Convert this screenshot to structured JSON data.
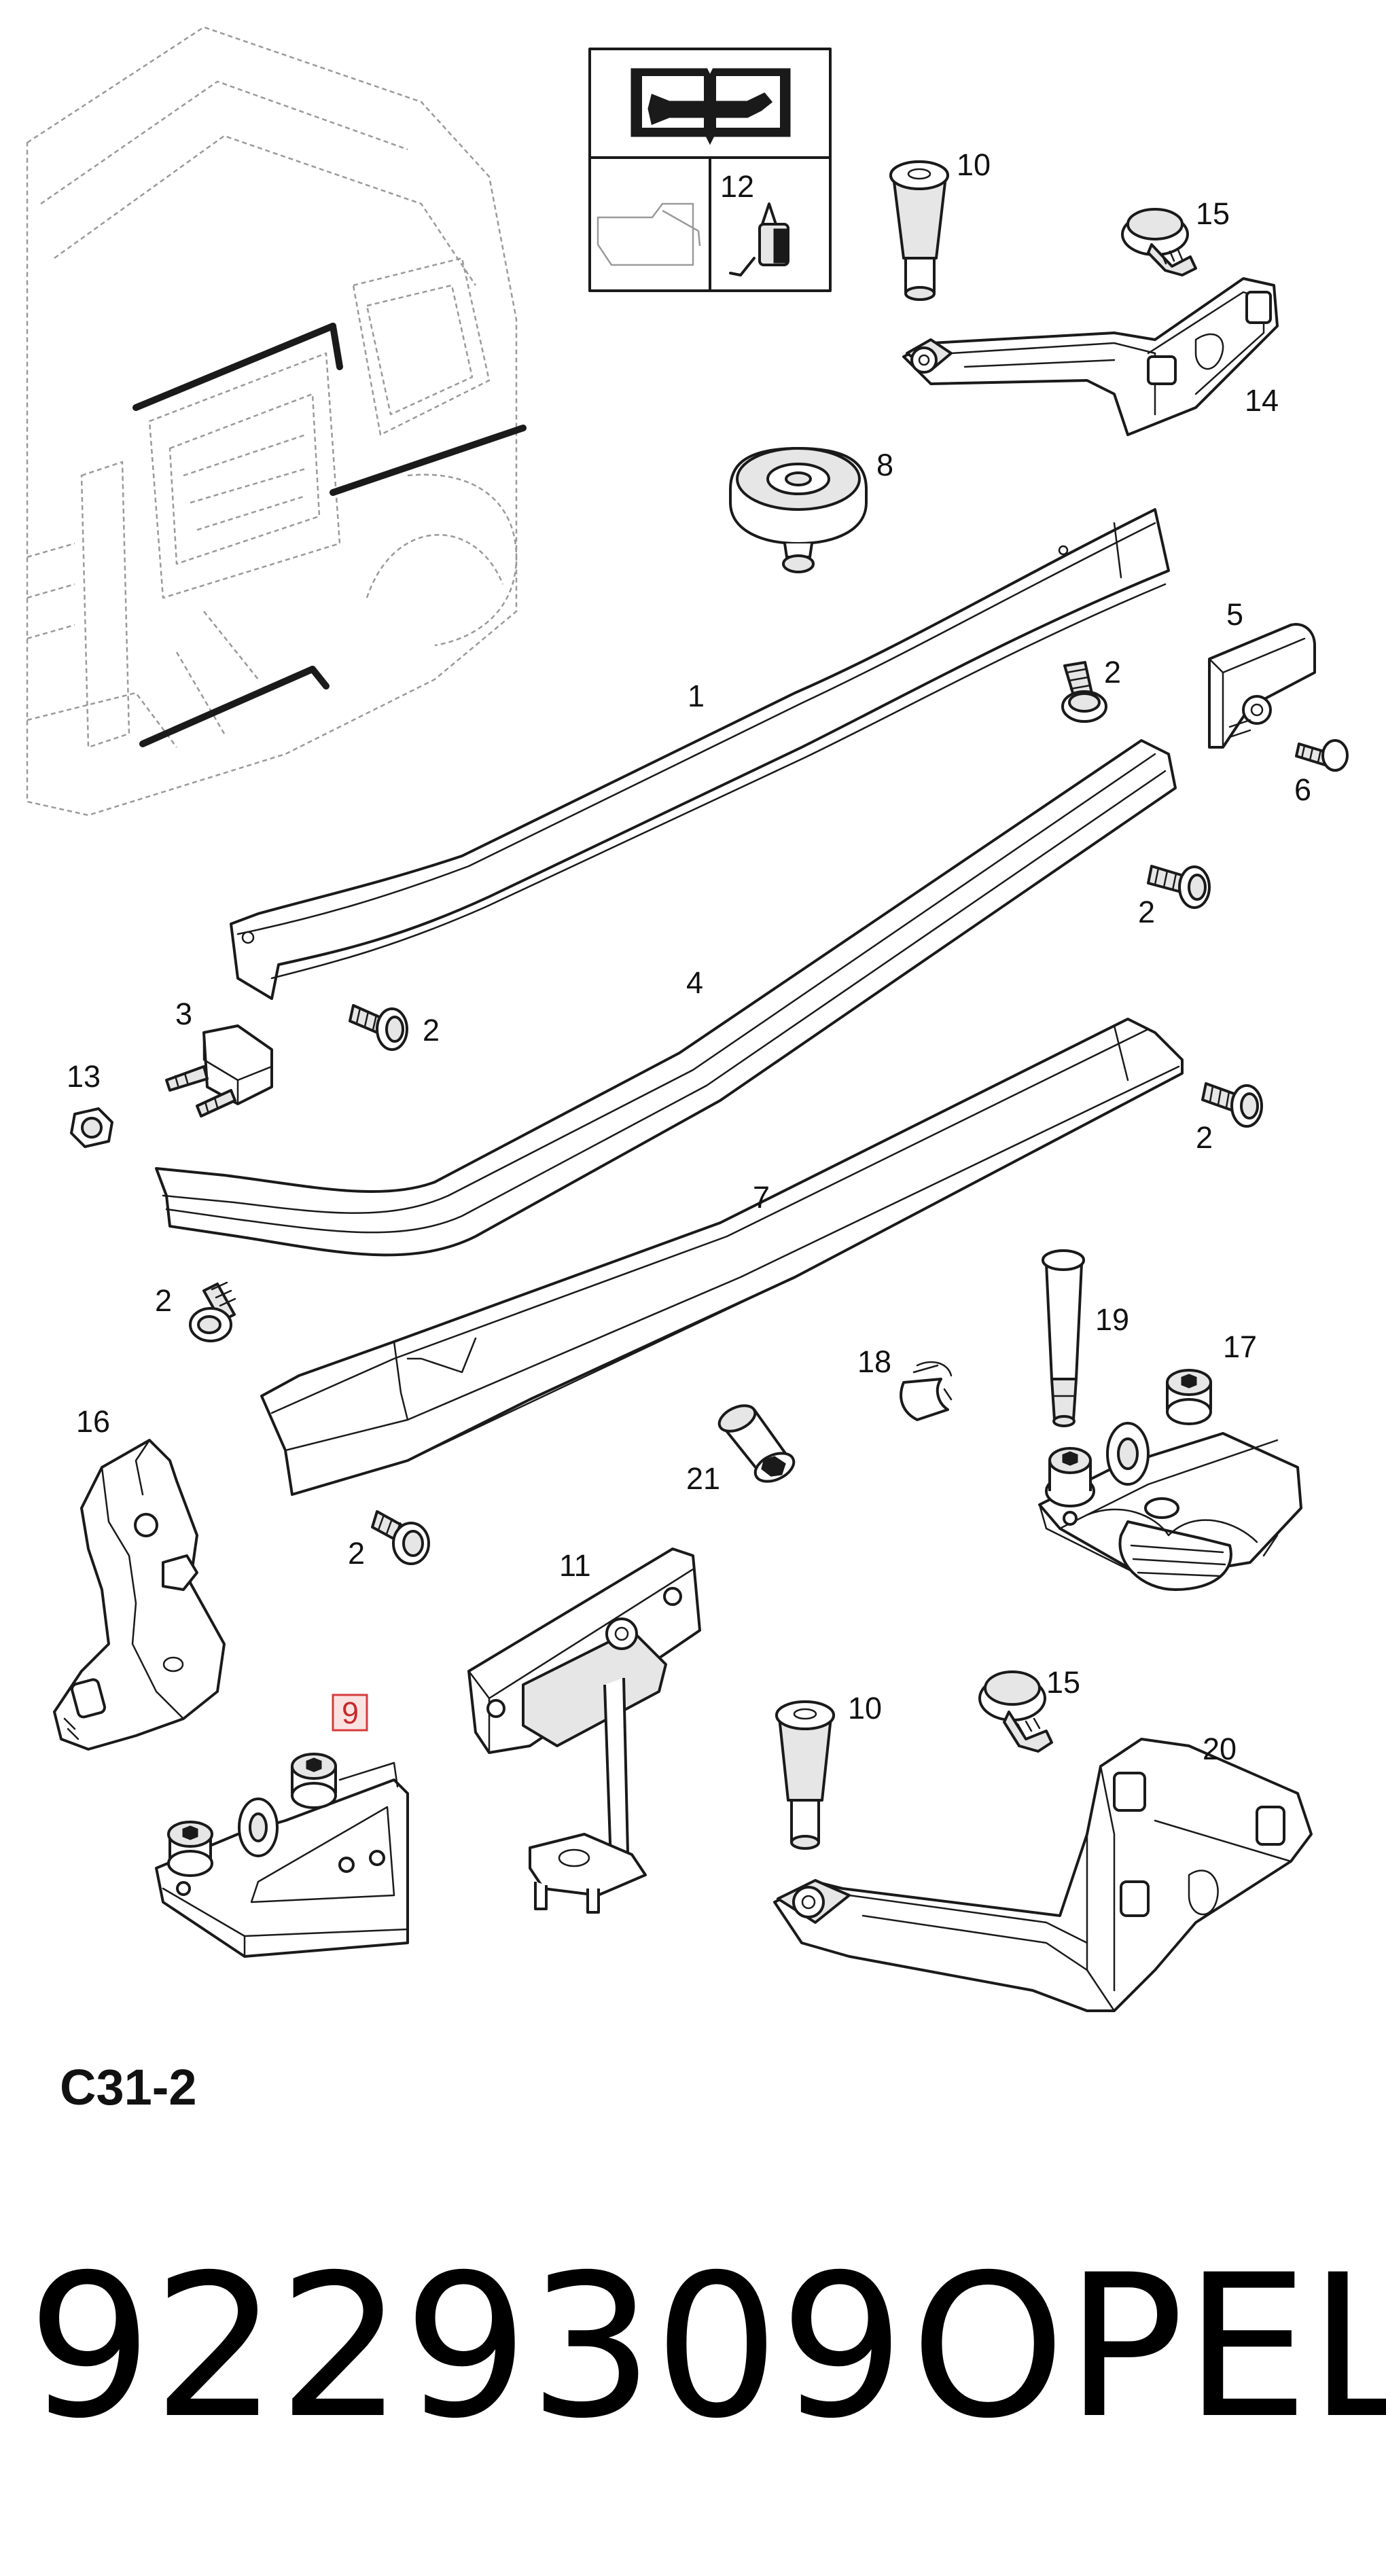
{
  "diagram": {
    "section_code": "C31-2",
    "part_number": "9229309",
    "brand": "OPEL",
    "highlighted_label": "9",
    "labels": {
      "part_1": "1",
      "part_2": "2",
      "part_3": "3",
      "part_4": "4",
      "part_5": "5",
      "part_6": "6",
      "part_7": "7",
      "part_8": "8",
      "part_9": "9",
      "part_10": "10",
      "part_11": "11",
      "part_12": "12",
      "part_13": "13",
      "part_14": "14",
      "part_15": "15",
      "part_16": "16",
      "part_17": "17",
      "part_18": "18",
      "part_19": "19",
      "part_20": "20",
      "part_21": "21"
    },
    "icons": [
      "service-manual-icon",
      "oil-can-icon",
      "grease-cartridge-icon"
    ],
    "highlight_color": "#d63b3b"
  }
}
